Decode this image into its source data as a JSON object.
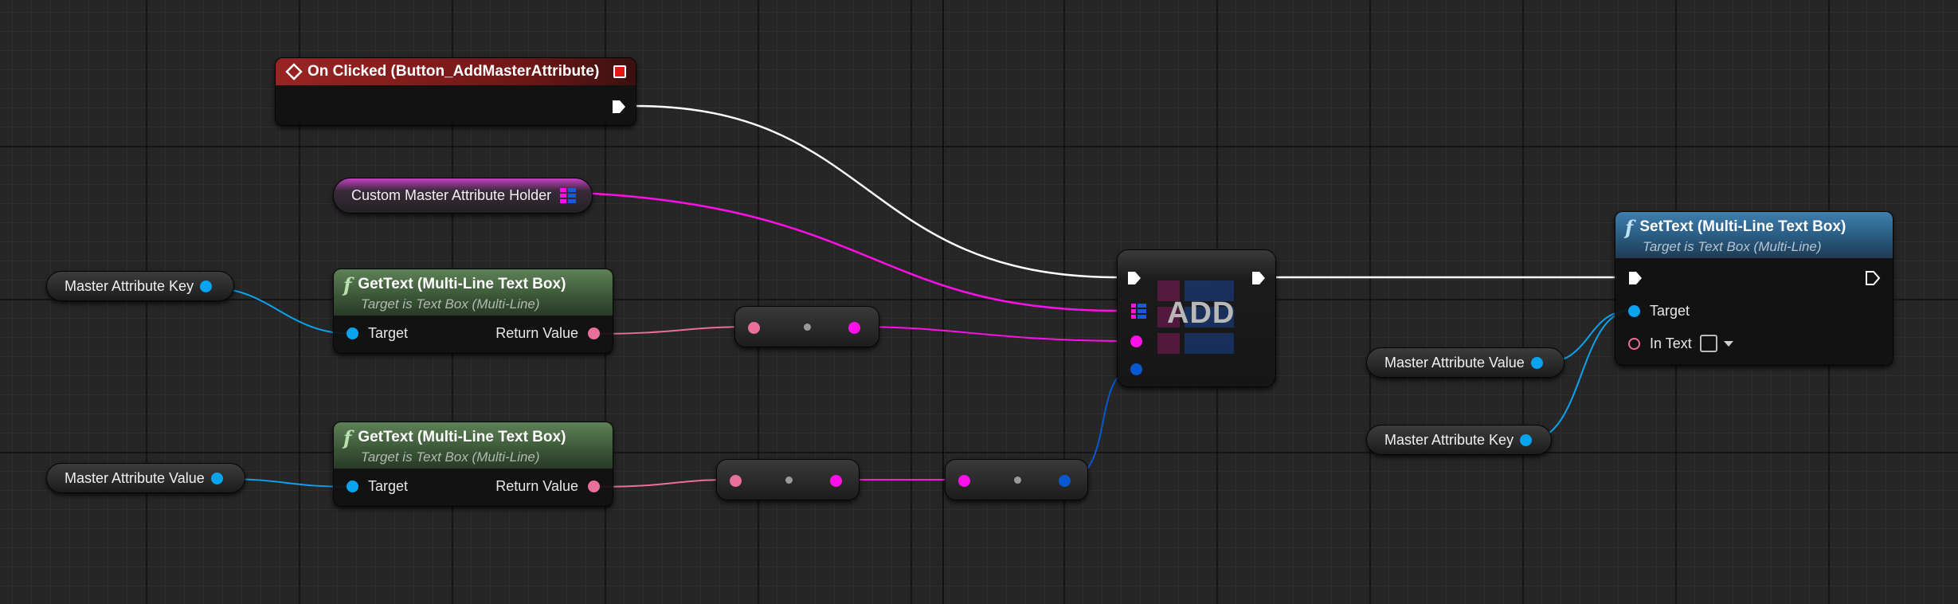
{
  "event_node": {
    "title": "On Clicked (Button_AddMasterAttribute)",
    "icon": "event-diamond-icon",
    "color": "#8a1f1f"
  },
  "var_holder": {
    "label": "Custom Master Attribute Holder",
    "pin_icon": "map-grid-icon"
  },
  "var_key_left": {
    "label": "Master Attribute Key"
  },
  "var_value_left": {
    "label": "Master Attribute Value"
  },
  "gettext_1": {
    "title": "GetText (Multi-Line Text Box)",
    "subtitle": "Target is Text Box (Multi-Line)",
    "target_label": "Target",
    "return_label": "Return Value"
  },
  "gettext_2": {
    "title": "GetText (Multi-Line Text Box)",
    "subtitle": "Target is Text Box (Multi-Line)",
    "target_label": "Target",
    "return_label": "Return Value"
  },
  "add_node": {
    "label": "ADD"
  },
  "settext": {
    "title": "SetText (Multi-Line Text Box)",
    "subtitle": "Target is Text Box (Multi-Line)",
    "target_label": "Target",
    "intext_label": "In Text"
  },
  "var_value_right": {
    "label": "Master Attribute Value"
  },
  "var_key_right": {
    "label": "Master Attribute Key"
  },
  "colors": {
    "exec": "#ffffff",
    "object": "#0aa3f0",
    "text": "#e8709a",
    "name": "#ff10e8",
    "struct": "#0a58d0",
    "function_header": "#4d6b45",
    "settext_header": "#2f5f82"
  }
}
